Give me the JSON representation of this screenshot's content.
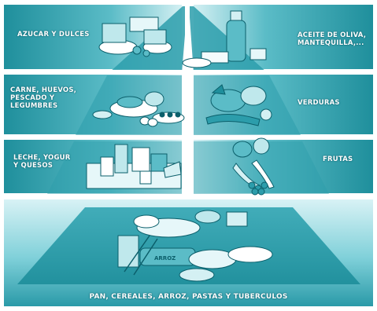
{
  "groups": {
    "azucar": "AZUCAR Y DULCES",
    "aceite": "ACEITE DE OLIVA,\nMANTEQUILLA,...",
    "carne": "CARNE, HUEVOS,\nPESCADO Y\nLEGUMBRES",
    "verduras": "VERDURAS",
    "leche": "LECHE, YOGUR\nY QUESOS",
    "frutas": "FRUTAS",
    "pan": "PAN, CEREALES, ARROZ, PASTAS Y TUBERCULOS"
  },
  "colors": {
    "teal_dark": "#1f8f9c",
    "teal_mid": "#48b3bf",
    "teal_light": "#bfe8ec",
    "ink": "#0b5f6b"
  }
}
